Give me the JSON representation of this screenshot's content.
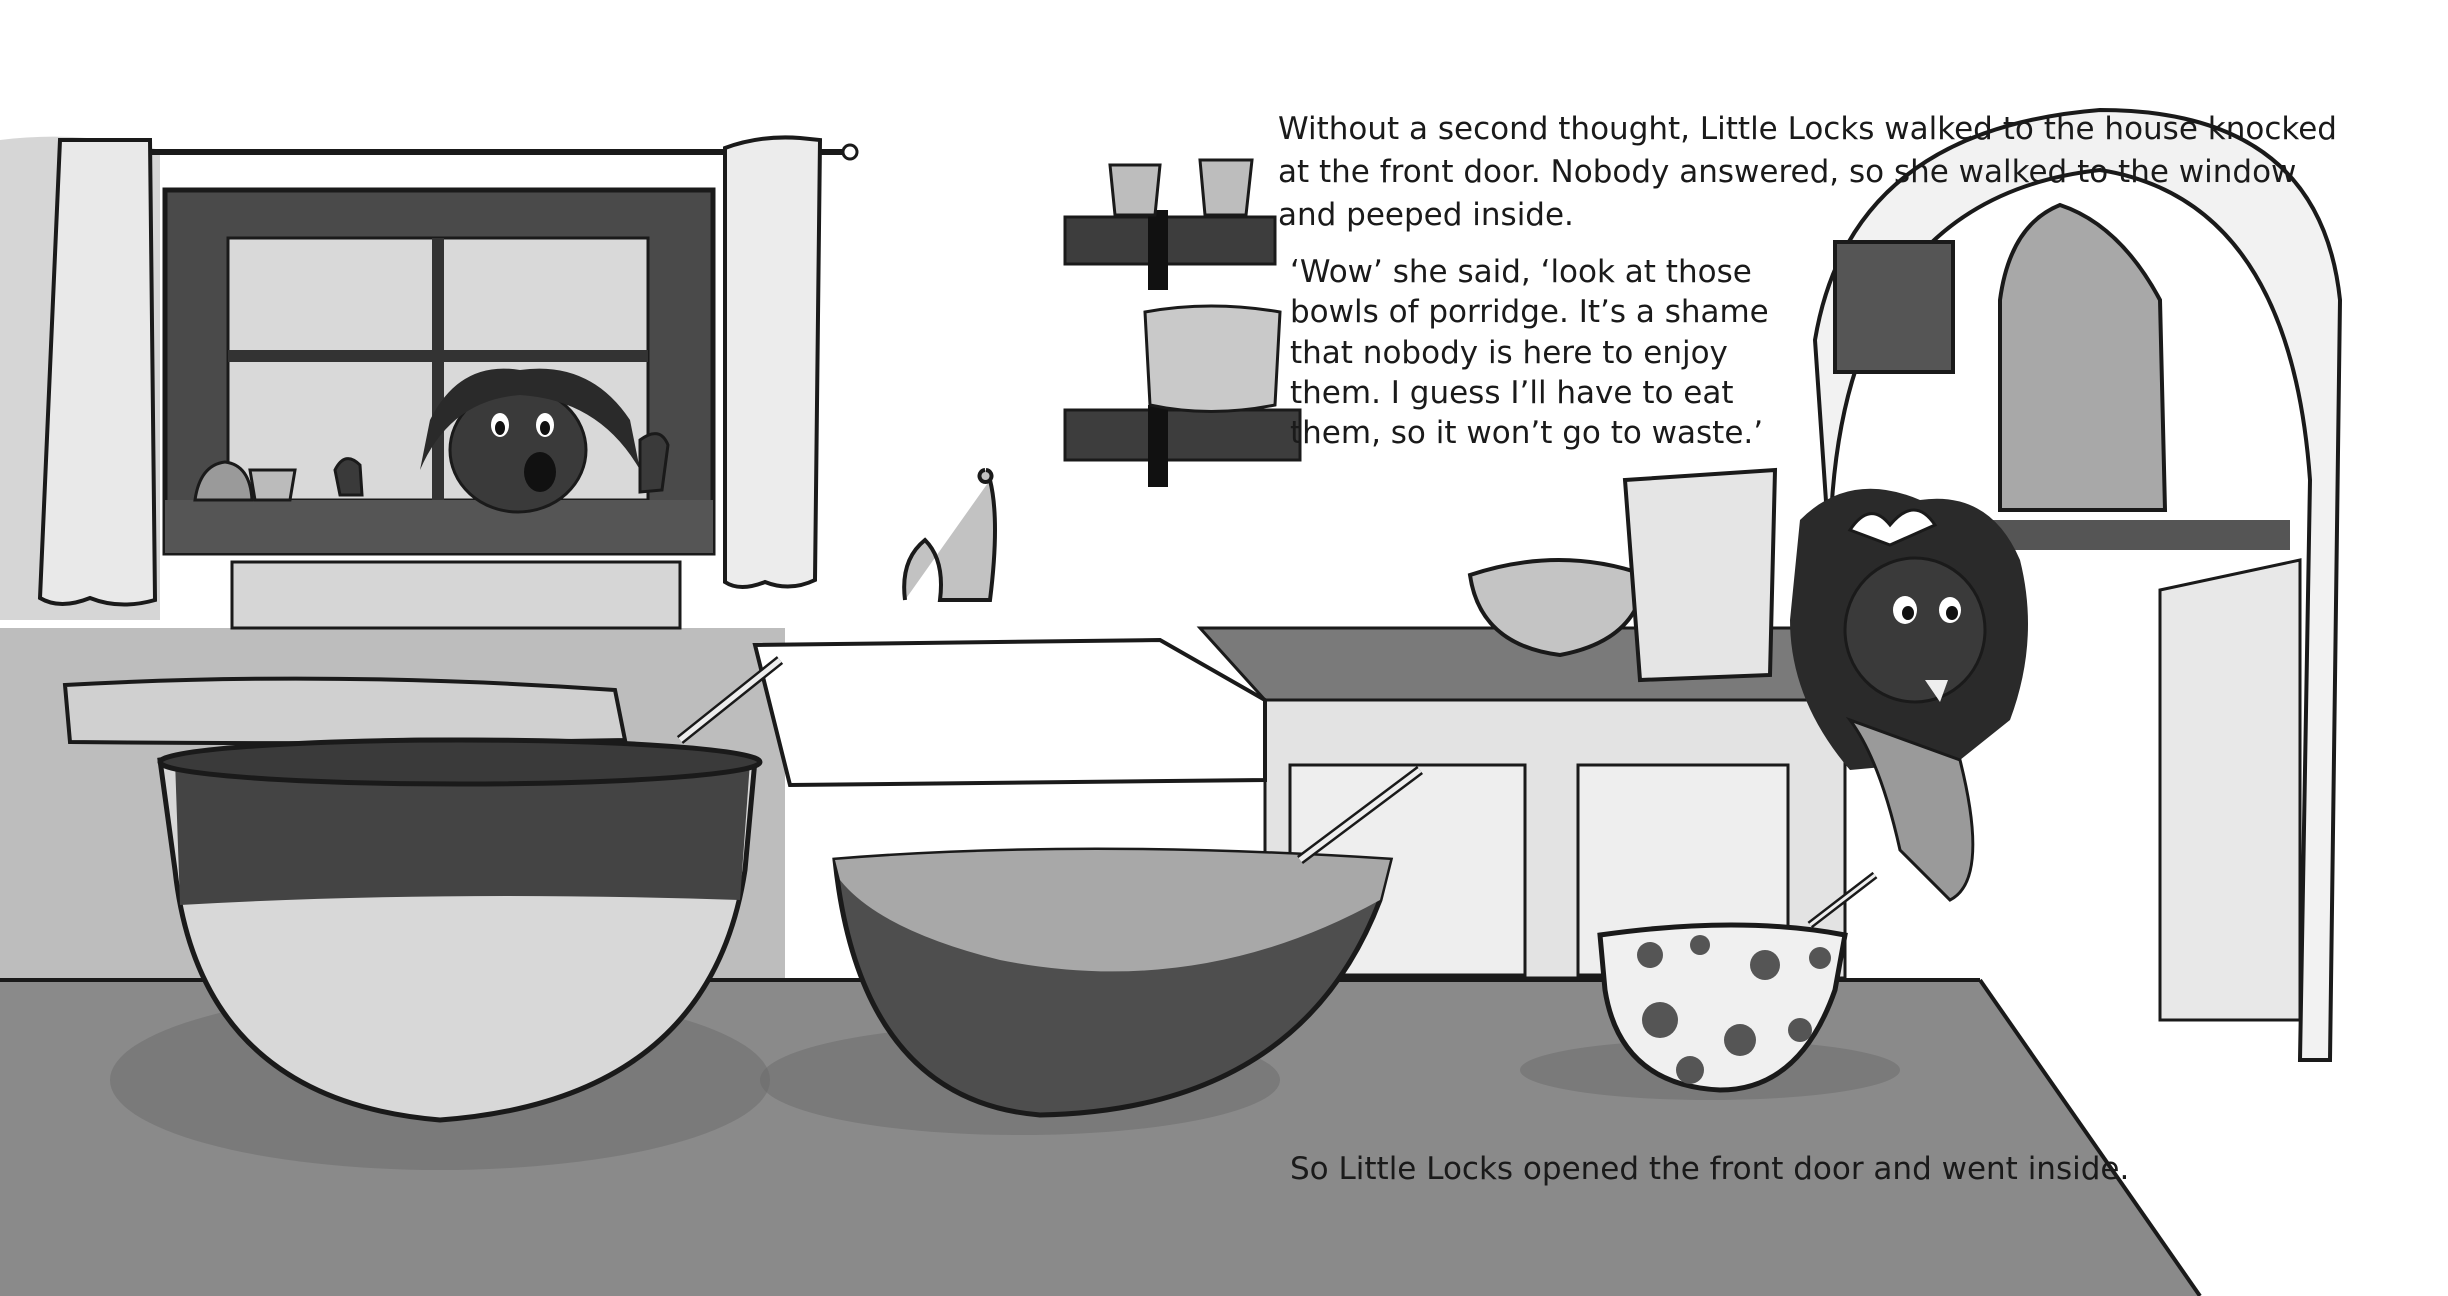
{
  "page": {
    "paragraph_1": {
      "lines": [
        "Without a second thought, Little Locks walked to the house knocked",
        "at the front door. Nobody answered, so she walked to the window",
        "and peeped inside."
      ]
    },
    "paragraph_2": {
      "lines": [
        "‘Wow’ she said, ‘look at those",
        "bowls of porridge. It’s a shame",
        "that nobody is here to enjoy",
        "them. I guess I’ll have to eat",
        "them, so it won’t go to waste.’"
      ]
    },
    "paragraph_3": {
      "lines": [
        "So Little Locks opened the front door and went inside."
      ]
    }
  },
  "palette": {
    "ink": "#1a1a1a",
    "wall": "#ffffff",
    "counter_dark": "#7a7a7a",
    "counter_light": "#bdbdbd",
    "table_top": "#8a8a8a",
    "wood_dark": "#4a4a4a",
    "skin_dark": "#3a3a3a"
  },
  "illustration": {
    "subject": "kitchen-scene",
    "icons": [
      "window-icon",
      "curtain-icon",
      "shelf-icon",
      "cup-icon",
      "sink-icon",
      "faucet-icon",
      "stove-icon",
      "fruit-bowl-icon",
      "cereal-box-icon",
      "porridge-bowl-icon",
      "door-icon",
      "girl-character"
    ]
  }
}
